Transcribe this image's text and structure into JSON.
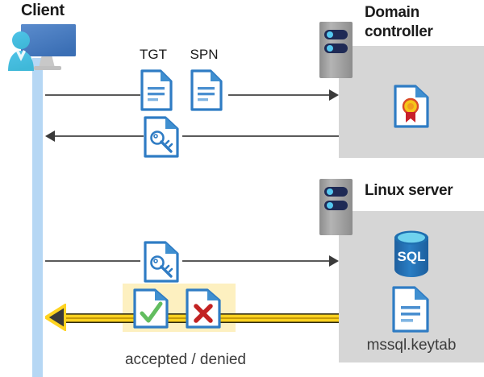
{
  "diagram": {
    "title_client": "Client",
    "title_domain_controller": "Domain\ncontroller",
    "title_domain_controller_line1": "Domain",
    "title_domain_controller_line2": "controller",
    "title_linux_server": "Linux server",
    "caption_result": "accepted / denied",
    "keytab_filename": "mssql.keytab",
    "db_label": "SQL"
  },
  "messages": {
    "msg1_doc1_label": "TGT",
    "msg1_doc2_label": "SPN"
  },
  "icons": {
    "client": "client-workstation-icon",
    "server_rack": "server-rack-icon",
    "certificate_doc": "certificate-document-icon",
    "key_doc": "key-document-icon",
    "text_doc": "text-document-icon",
    "accepted_doc": "accepted-check-document-icon",
    "denied_doc": "denied-cross-document-icon",
    "sql_db": "sql-database-icon"
  },
  "colors": {
    "panel_gray": "#d6d6d6",
    "lifeline_blue": "#b6d7f4",
    "doc_blue": "#2f7cc4",
    "highlight_yellow": "#fdf0c0",
    "arrow_yellow": "#ffd320",
    "accept_green": "#5cbb5c",
    "deny_red": "#c22222",
    "connector_gray": "#5a5a5a",
    "cert_gold": "#f5c518",
    "cert_red": "#c8202a",
    "sql_blue": "#1f69ad"
  }
}
